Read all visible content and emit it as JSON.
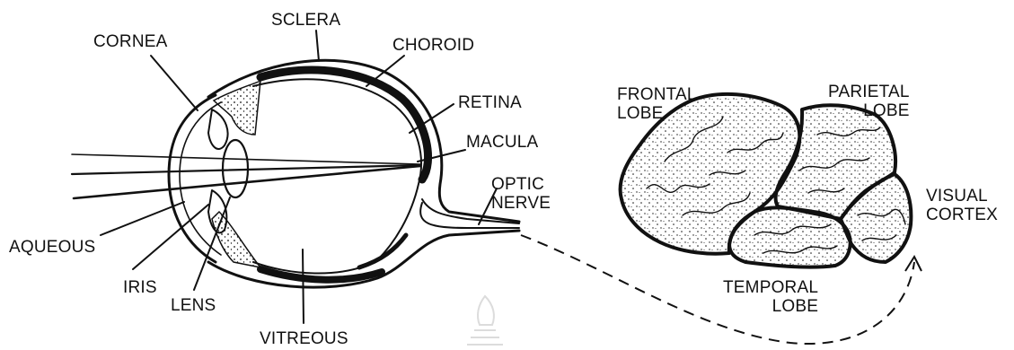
{
  "diagram": {
    "eye_labels": {
      "sclera": "SCLERA",
      "cornea": "CORNEA",
      "choroid": "CHOROID",
      "retina": "RETINA",
      "macula": "MACULA",
      "optic_nerve_line1": "OPTIC",
      "optic_nerve_line2": "NERVE",
      "aqueous": "AQUEOUS",
      "iris": "IRIS",
      "lens": "LENS",
      "vitreous": "VITREOUS"
    },
    "brain_labels": {
      "frontal_line1": "FRONTAL",
      "frontal_line2": "LOBE",
      "parietal_line1": "PARIETAL",
      "parietal_line2": "LOBE",
      "visual_line1": "VISUAL",
      "visual_line2": "CORTEX",
      "temporal_line1": "TEMPORAL",
      "temporal_line2": "LOBE"
    },
    "colors": {
      "ink": "#111111",
      "background": "#ffffff",
      "watermark": "#dcdcdc"
    }
  }
}
